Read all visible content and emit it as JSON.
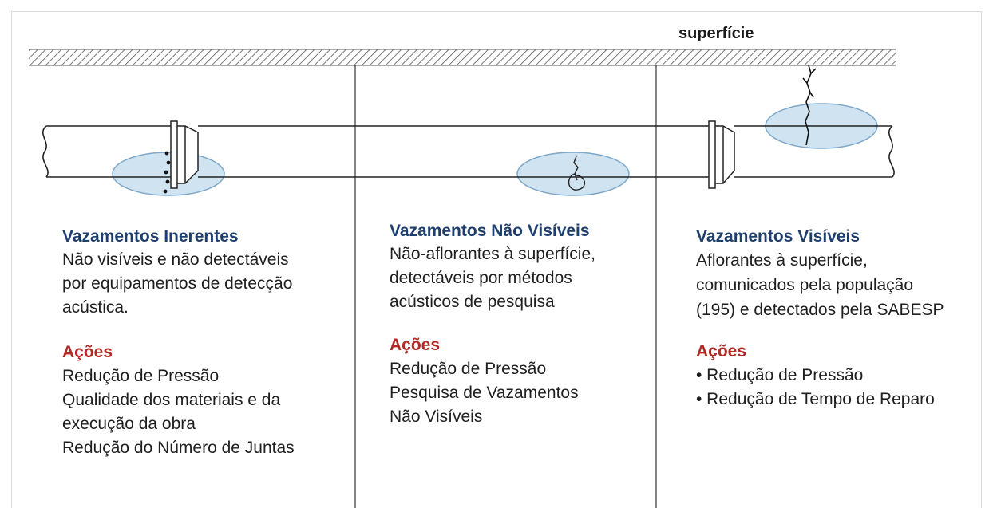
{
  "surface_label": "superfície",
  "columns": [
    {
      "title": "Vazamentos Inerentes",
      "description": "Não visíveis e não detectáveis\npor equipamentos de detecção\nacústica.",
      "actions_title": "Ações",
      "actions": [
        "Redução de Pressão",
        "Qualidade dos materiais e da",
        "execução da obra",
        "Redução do Número de Juntas"
      ]
    },
    {
      "title": "Vazamentos Não Visíveis",
      "description": "Não-aflorantes à superfície,\ndetectáveis por métodos\nacústicos de pesquisa",
      "actions_title": "Ações",
      "actions": [
        "Redução de Pressão",
        "Pesquisa de Vazamentos",
        "Não Visíveis"
      ]
    },
    {
      "title": "Vazamentos Visíveis",
      "description": "Aflorantes à superfície,\ncomunicados pela população\n(195) e detectados pela SABESP",
      "actions_title": "Ações",
      "actions": [
        "• Redução de Pressão",
        "• Redução de Tempo de Reparo"
      ]
    }
  ],
  "colors": {
    "title_blue": "#1e3f6e",
    "actions_red": "#b22a26",
    "leak_fill": "#cfe3f1",
    "leak_stroke": "#7fa8c8",
    "line": "#222222"
  }
}
